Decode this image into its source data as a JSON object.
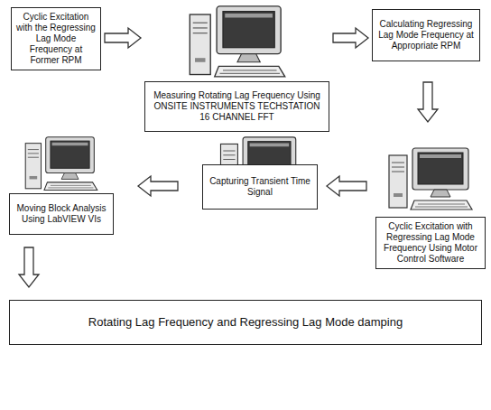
{
  "diagram": {
    "nodes": [
      {
        "text": [
          "Cyclic Excitation with the Regressing Lag Mode Frequency at Former RPM"
        ]
      },
      {
        "text": [
          "Measuring Rotating Lag Frequency Using ONSITE INSTRUMENTS TECHSTATION 16 CHANNEL FFT"
        ]
      },
      {
        "text": [
          "Calculating Regressing Lag Mode Frequency at Appropriate RPM"
        ]
      },
      {
        "text": [
          "Cyclic Excitation with Regressing Lag Mode Frequency Using Motor Control Software"
        ]
      },
      {
        "text": [
          "Capturing Transient Time Signal"
        ]
      },
      {
        "text": [
          "Moving Block Analysis Using LabVIEW VIs"
        ]
      },
      {
        "text": [
          "Rotating Lag Frequency and Regressing Lag Mode damping"
        ]
      }
    ],
    "edges": [
      {
        "from": 0,
        "to": 1,
        "arrow": "to"
      },
      {
        "from": 1,
        "to": 2,
        "arrow": "to"
      },
      {
        "from": 2,
        "to": 3,
        "arrow": "to"
      },
      {
        "from": 3,
        "to": 4,
        "arrow": "to"
      },
      {
        "from": 4,
        "to": 5,
        "arrow": "to"
      },
      {
        "from": 5,
        "to": 6,
        "arrow": "to"
      }
    ]
  }
}
